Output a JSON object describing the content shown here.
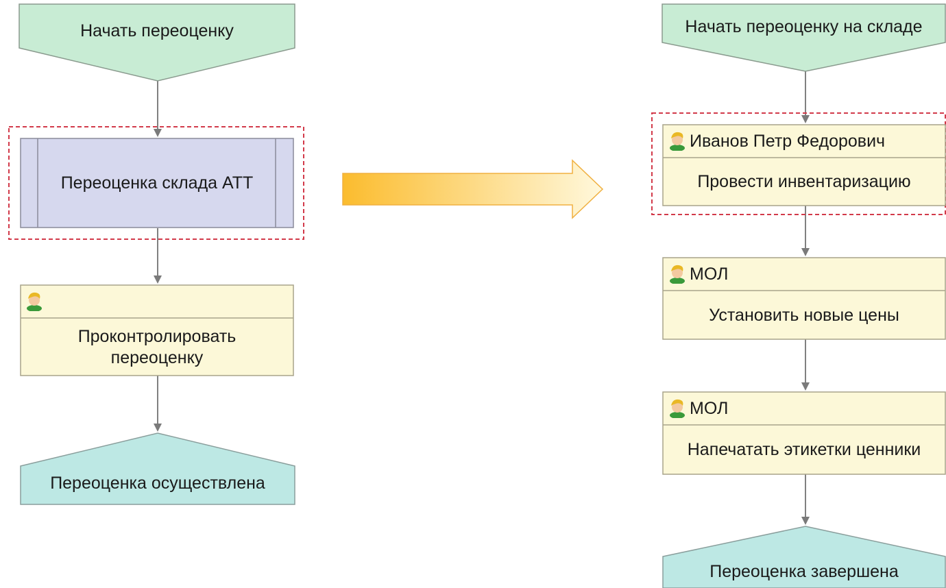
{
  "left_flow": {
    "start": {
      "label": "Начать переоценку"
    },
    "subprocess": {
      "label": "Переоценка склада АТТ"
    },
    "task": {
      "performer": "",
      "label": "Проконтролировать\nпереоценку"
    },
    "end": {
      "label": "Переоценка осуществлена"
    }
  },
  "right_flow": {
    "start": {
      "label": "Начать переоценку на складе"
    },
    "task1": {
      "performer": "Иванов Петр Федорович",
      "label": "Провести инвентаризацию"
    },
    "task2": {
      "performer": "МОЛ",
      "label": "Установить новые цены"
    },
    "task3": {
      "performer": "МОЛ",
      "label": "Напечатать этикетки ценники"
    },
    "end": {
      "label": "Переоценка завершена"
    }
  },
  "colors": {
    "start_fill": "#c8ecd4",
    "subprocess_fill": "#d6d8ee",
    "task_fill": "#fcf8d8",
    "end_fill": "#bde8e4",
    "highlight_border": "#d23a4a",
    "connector": "#808080",
    "arrow_start": "#fbbc2e",
    "arrow_end": "#fff8dc"
  },
  "icons": {
    "performer": "user-icon"
  }
}
